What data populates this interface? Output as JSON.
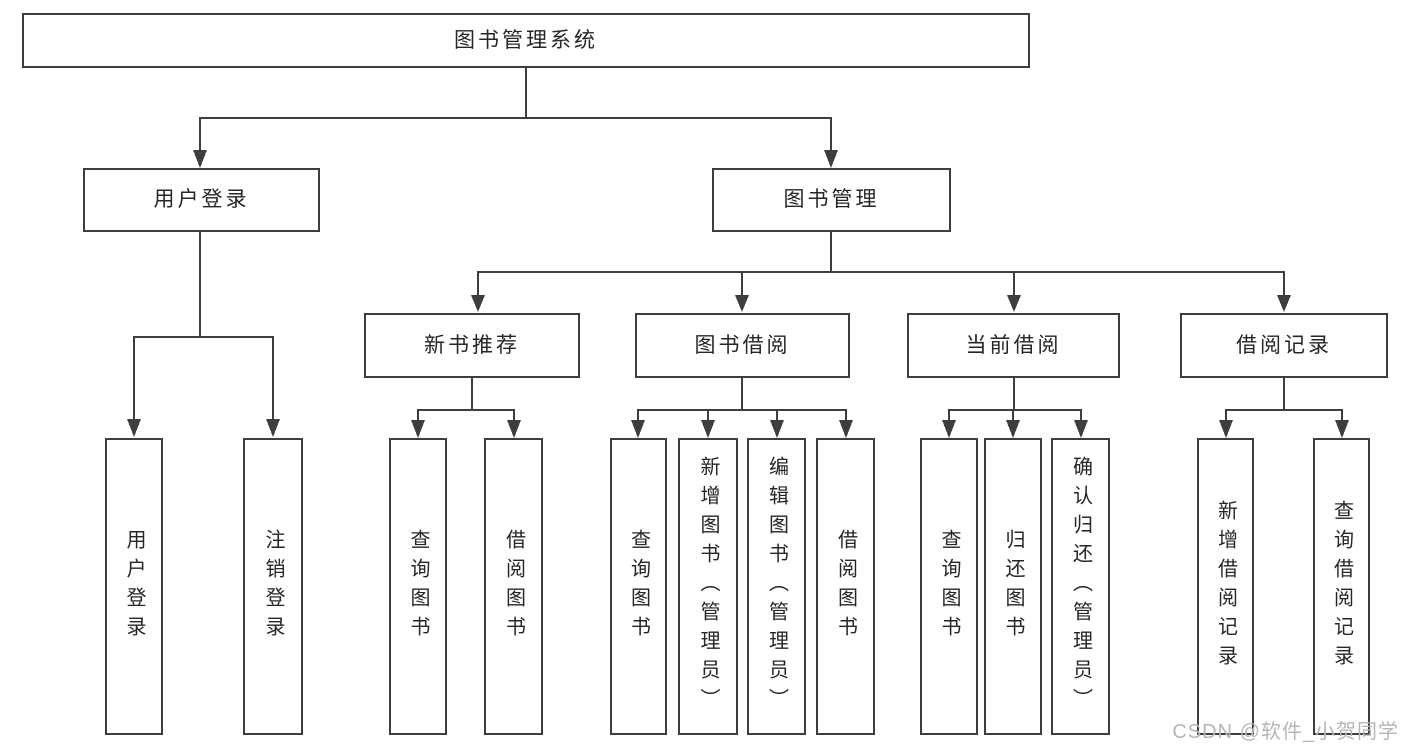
{
  "diagram": {
    "root": {
      "label": "图书管理系统"
    },
    "login_branch": {
      "label": "用户登录",
      "children": [
        "用户登录",
        "注销登录"
      ]
    },
    "mgmt_branch": {
      "label": "图书管理",
      "sections": [
        {
          "label": "新书推荐",
          "children": [
            "查询图书",
            "借阅图书"
          ]
        },
        {
          "label": "图书借阅",
          "children": [
            "查询图书",
            "新增图书（管理员）",
            "编辑图书（管理员）",
            "借阅图书"
          ]
        },
        {
          "label": "当前借阅",
          "children": [
            "查询图书",
            "归还图书",
            "确认归还（管理员）"
          ]
        },
        {
          "label": "借阅记录",
          "children": [
            "新增借阅记录",
            "查询借阅记录"
          ]
        }
      ]
    },
    "watermark": "CSDN @软件_小贺同学",
    "colors": {
      "line": "#3e3e3e",
      "box_border": "#3e3e3e",
      "text": "#262626",
      "watermark": "#b6b6b6",
      "background": "#ffffff"
    }
  }
}
